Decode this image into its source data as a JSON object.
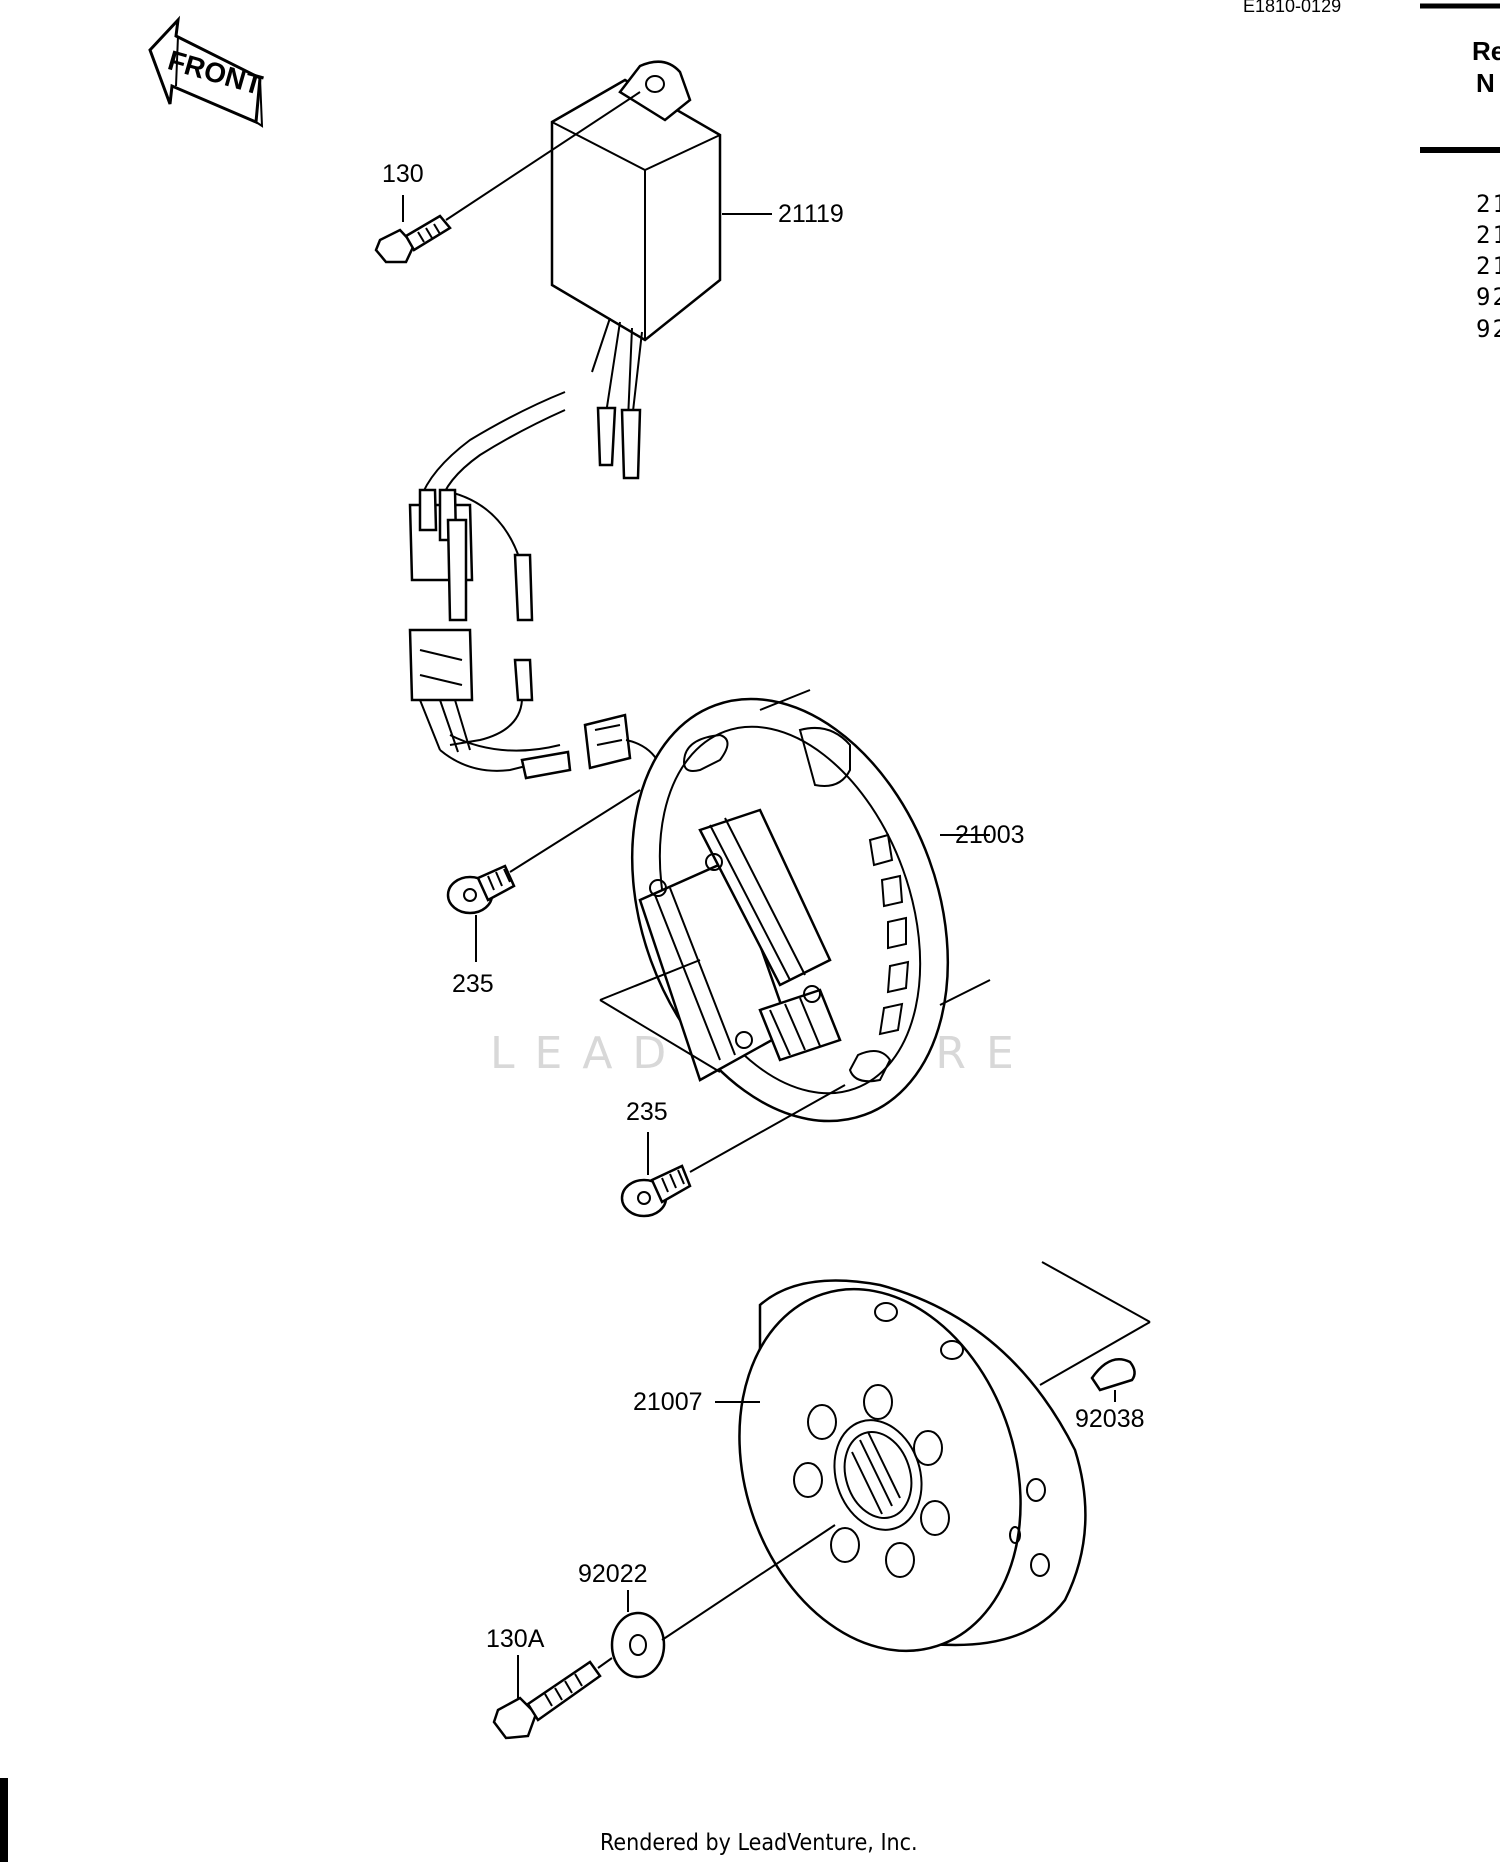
{
  "diagram_code": "E1810-0129",
  "front_label": "FRONT",
  "header_partial": [
    "Re",
    "N"
  ],
  "ref_numbers_partial": [
    "21",
    "21",
    "21",
    "92",
    "92"
  ],
  "watermark": "LEADVENTURE",
  "footer": "Rendered by LeadVenture, Inc.",
  "callouts": {
    "c130": "130",
    "c21119": "21119",
    "c21003": "21003",
    "c235a": "235",
    "c235b": "235",
    "c21007": "21007",
    "c92038": "92038",
    "c92022": "92022",
    "c130a": "130A"
  }
}
